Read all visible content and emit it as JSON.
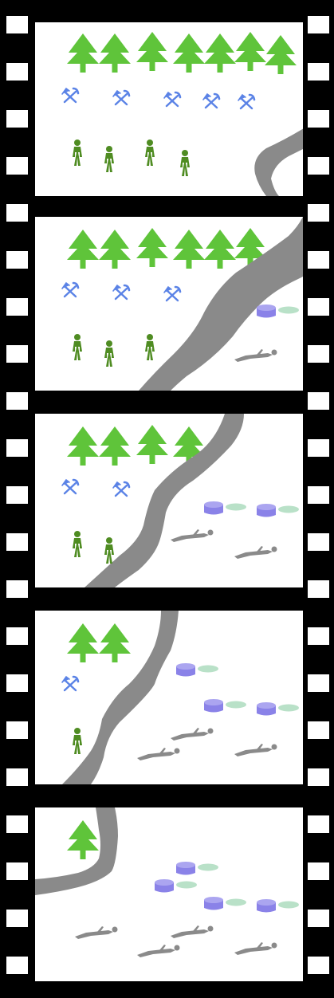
{
  "colors": {
    "film": "#000000",
    "frame_bg": "#ffffff",
    "tree": "#5fc43a",
    "tool": "#5b83e6",
    "person": "#4f8c22",
    "river": "#8a8a8a",
    "pot": "#8a82e8",
    "pot_lid": "#b9e1c8",
    "fallen": "#8a8a8a"
  },
  "icons": {
    "tree": "tree-icon",
    "tool": "crossed-hammer-pick-icon",
    "person": "person-icon",
    "pot": "cooking-pot-icon",
    "fallen": "fallen-person-icon"
  },
  "frames": [
    {
      "trees": 7,
      "tools": 5,
      "people": 4,
      "pots": 0,
      "fallen": 0
    },
    {
      "trees": 6,
      "tools": 3,
      "people": 3,
      "pots": 1,
      "fallen": 1
    },
    {
      "trees": 4,
      "tools": 2,
      "people": 2,
      "pots": 2,
      "fallen": 2
    },
    {
      "trees": 2,
      "tools": 1,
      "people": 1,
      "pots": 3,
      "fallen": 3
    },
    {
      "trees": 1,
      "tools": 0,
      "people": 0,
      "pots": 4,
      "fallen": 4
    }
  ]
}
